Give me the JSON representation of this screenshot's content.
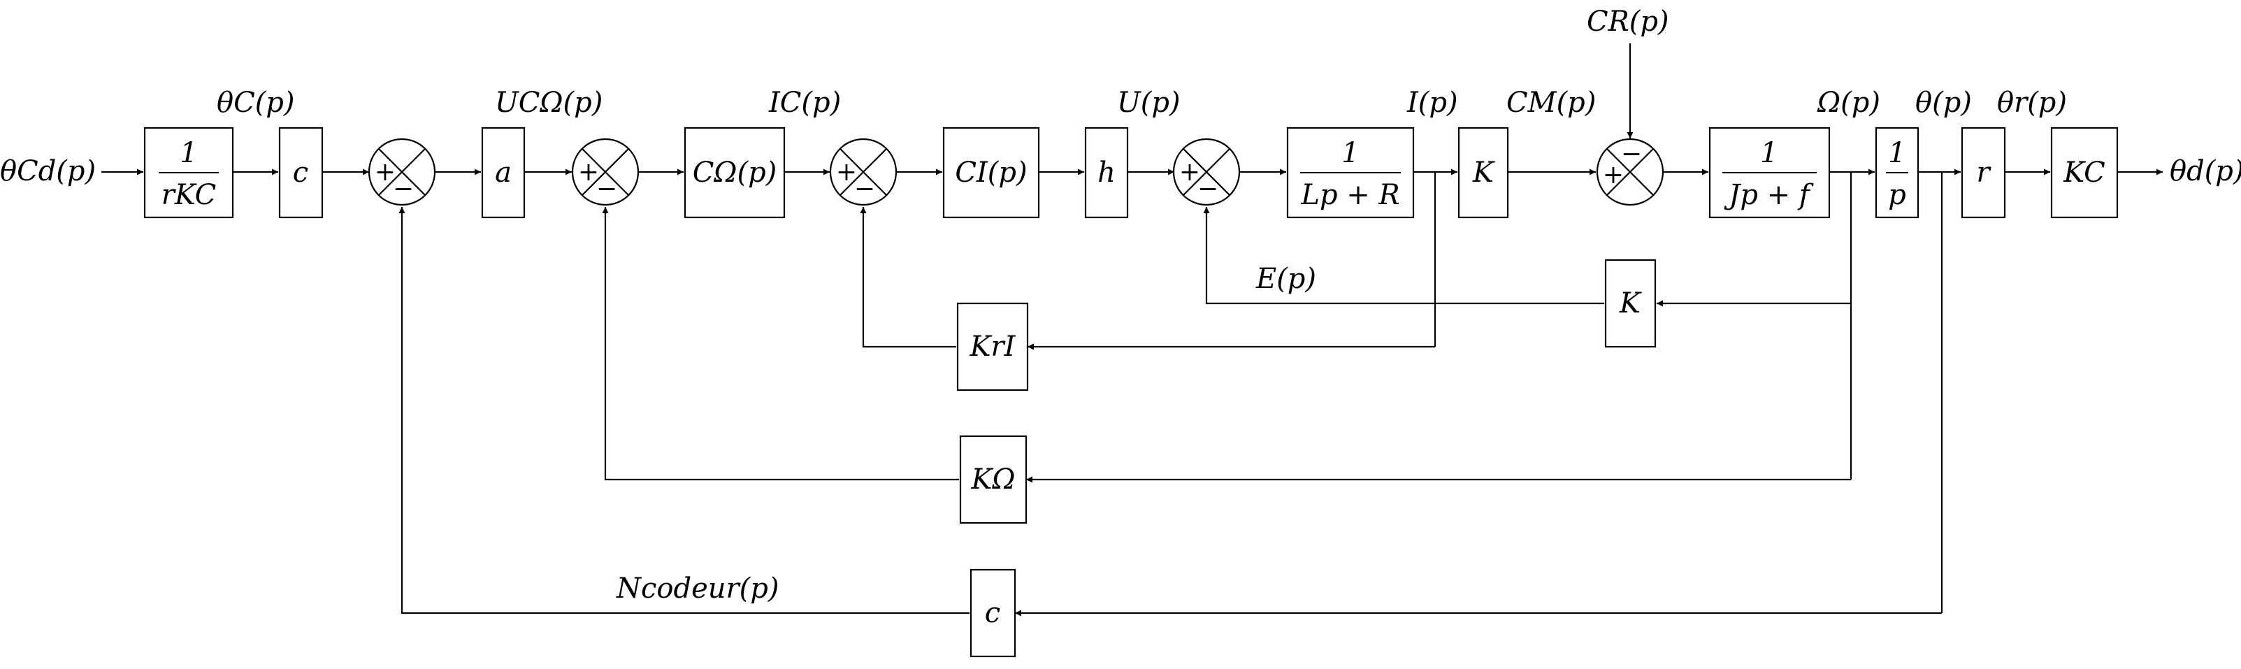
{
  "signals": {
    "input": "θCd(p)",
    "thetaC": "θC(p)",
    "uComega": "UCΩ(p)",
    "iC": "IC(p)",
    "u": "U(p)",
    "i": "I(p)",
    "cM": "CM(p)",
    "cR": "CR(p)",
    "omega": "Ω(p)",
    "theta": "θ(p)",
    "thetaR": "θr(p)",
    "output": "θd(p)",
    "e": "E(p)",
    "nCodeur": "Ncodeur(p)"
  },
  "blocks": {
    "inv_gain": {
      "num": "1",
      "den": "rKC"
    },
    "c1": "c",
    "a": "a",
    "c_omega": "CΩ(p)",
    "c_i": "CI(p)",
    "h": "h",
    "elec": {
      "num": "1",
      "den": "Lp + R"
    },
    "k_torque": "K",
    "mech": {
      "num": "1",
      "den": "Jp + f"
    },
    "integrator": {
      "num": "1",
      "den": "p"
    },
    "r": "r",
    "k_c": "KC",
    "k_emf": "K",
    "k_ri": "KrI",
    "k_omega": "KΩ",
    "c2": "c"
  },
  "signs": {
    "plus": "+",
    "minus": "−"
  }
}
